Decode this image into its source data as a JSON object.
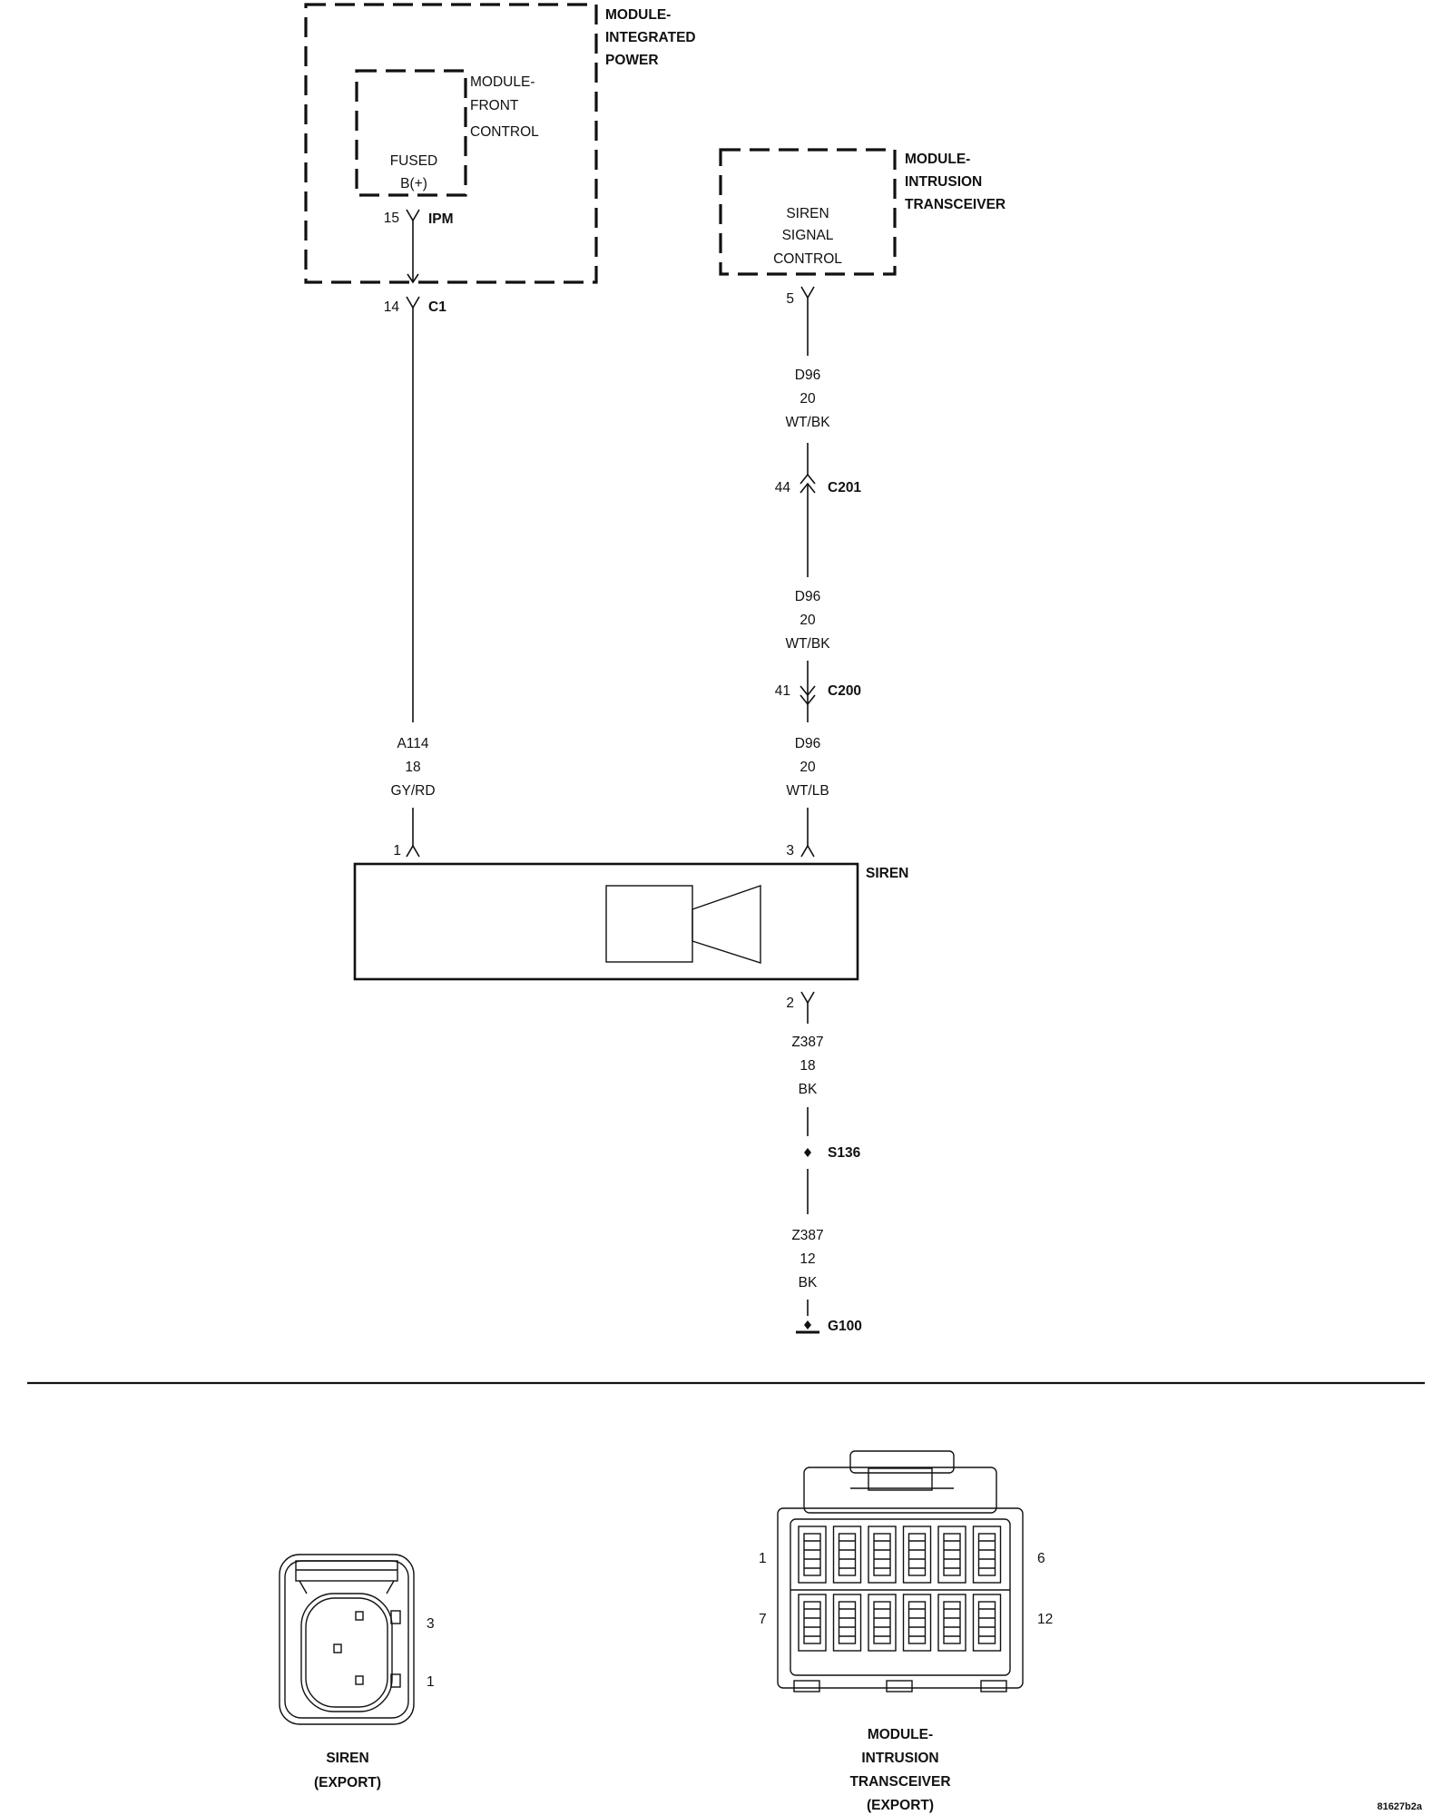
{
  "modules": {
    "ipm": {
      "lines": [
        "MODULE-",
        "INTEGRATED",
        "POWER"
      ]
    },
    "fcm": {
      "lines": [
        "MODULE-",
        "FRONT",
        "CONTROL"
      ],
      "pin_label": [
        "FUSED",
        "B(+)"
      ]
    },
    "itm": {
      "lines": [
        "MODULE-",
        "INTRUSION",
        "TRANSCEIVER"
      ],
      "pin_label": [
        "SIREN",
        "SIGNAL",
        "CONTROL"
      ]
    }
  },
  "left_circuit": {
    "pin_ipm": "15",
    "conn_ipm": "IPM",
    "pin_c1": "14",
    "conn_c1": "C1",
    "wire": [
      "A114",
      "18",
      "GY/RD"
    ],
    "siren_pin": "1"
  },
  "right_circuit": {
    "itm_pin": "5",
    "wire1": [
      "D96",
      "20",
      "WT/BK"
    ],
    "c201_pin": "44",
    "c201": "C201",
    "wire2": [
      "D96",
      "20",
      "WT/BK"
    ],
    "c200_pin": "41",
    "c200": "C200",
    "wire3": [
      "D96",
      "20",
      "WT/LB"
    ],
    "siren_pin": "3"
  },
  "siren": {
    "label": "SIREN",
    "ground_pin": "2"
  },
  "ground_circuit": {
    "wire1": [
      "Z387",
      "18",
      "BK"
    ],
    "splice": "S136",
    "wire2": [
      "Z387",
      "12",
      "BK"
    ],
    "ground": "G100"
  },
  "connector_views": {
    "siren": {
      "pins": [
        "3",
        "1"
      ],
      "caption": [
        "SIREN",
        "(EXPORT)"
      ]
    },
    "itm": {
      "pins": [
        "1",
        "6",
        "7",
        "12"
      ],
      "caption": [
        "MODULE-",
        "INTRUSION",
        "TRANSCEIVER",
        "(EXPORT)"
      ]
    }
  },
  "figure_id": "81627b2a"
}
